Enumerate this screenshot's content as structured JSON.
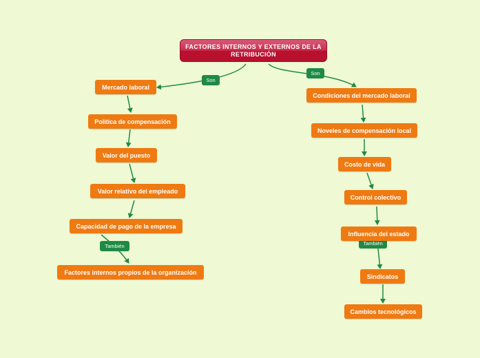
{
  "title": "FACTORES INTERNOS Y EXTERNOS DE LA RETRIBUCIÓN",
  "left_branch": {
    "link_label": "Son",
    "nodes": [
      "Mercado laboral",
      "Política de compensación",
      "Valor del puesto",
      "Valor relativo del empleado",
      "Capacidad de pago de la empresa",
      "Factores internos propios de la organización"
    ],
    "extra_link_label": "También"
  },
  "right_branch": {
    "link_label": "Son",
    "nodes": [
      "Condiciones del mercado laboral",
      "Noveles de compensación local",
      "Costo de vida",
      "Control colectivo",
      "Influencia del estado",
      "Sindicatos",
      "Cambios tecnológicos"
    ],
    "extra_link_label": "También"
  },
  "colors": {
    "background": "#eff9d3",
    "node": "#ef7a12",
    "root": "#c8304e",
    "connector": "#1e8a45"
  }
}
